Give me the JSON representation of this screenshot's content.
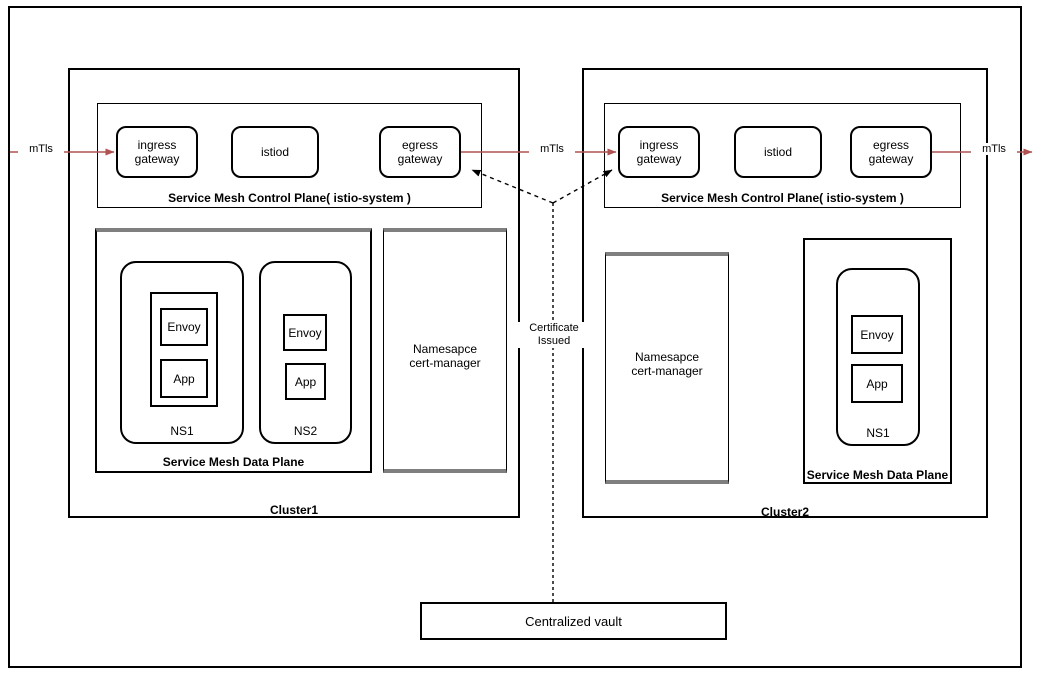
{
  "diagram": {
    "title_present": false,
    "colors": {
      "stroke": "#000000",
      "mtls_arrow": "#b05252",
      "gray_edge": "#7f7f7f",
      "background": "#ffffff"
    }
  },
  "clusters": [
    {
      "id": "cluster1",
      "label": "Cluster1",
      "control_plane": {
        "label": "Service Mesh Control Plane( istio-system )",
        "components": [
          {
            "id": "ingress-gateway",
            "label": "ingress\ngateway"
          },
          {
            "id": "istiod",
            "label": "istiod"
          },
          {
            "id": "egress-gateway",
            "label": "egress\ngateway"
          }
        ]
      },
      "data_plane": {
        "label": "Service Mesh Data Plane",
        "namespaces": [
          {
            "id": "ns1",
            "label": "NS1",
            "has_pod_wrapper": true,
            "containers": [
              {
                "id": "envoy",
                "label": "Envoy"
              },
              {
                "id": "app",
                "label": "App"
              }
            ]
          },
          {
            "id": "ns2",
            "label": "NS2",
            "has_pod_wrapper": false,
            "containers": [
              {
                "id": "envoy",
                "label": "Envoy"
              },
              {
                "id": "app",
                "label": "App"
              }
            ]
          }
        ]
      },
      "cert_manager_namespace": {
        "label": "Namesapce\ncert-manager"
      }
    },
    {
      "id": "cluster2",
      "label": "Cluster2",
      "control_plane": {
        "label": "Service Mesh Control Plane( istio-system )",
        "components": [
          {
            "id": "ingress-gateway",
            "label": "ingress\ngateway"
          },
          {
            "id": "istiod",
            "label": "istiod"
          },
          {
            "id": "egress-gateway",
            "label": "egress\ngateway"
          }
        ]
      },
      "data_plane": {
        "label": "Service Mesh Data Plane",
        "namespaces": [
          {
            "id": "ns1",
            "label": "NS1",
            "has_pod_wrapper": false,
            "containers": [
              {
                "id": "envoy",
                "label": "Envoy"
              },
              {
                "id": "app",
                "label": "App"
              }
            ]
          }
        ]
      },
      "cert_manager_namespace": {
        "label": "Namesapce\ncert-manager"
      }
    }
  ],
  "vault": {
    "label": "Centralized vault"
  },
  "connections": {
    "mtls_in_label": "mTls",
    "mtls_mid_label": "mTls",
    "mtls_out_label": "mTls",
    "certificate_label": "Certificate\nIssued"
  }
}
